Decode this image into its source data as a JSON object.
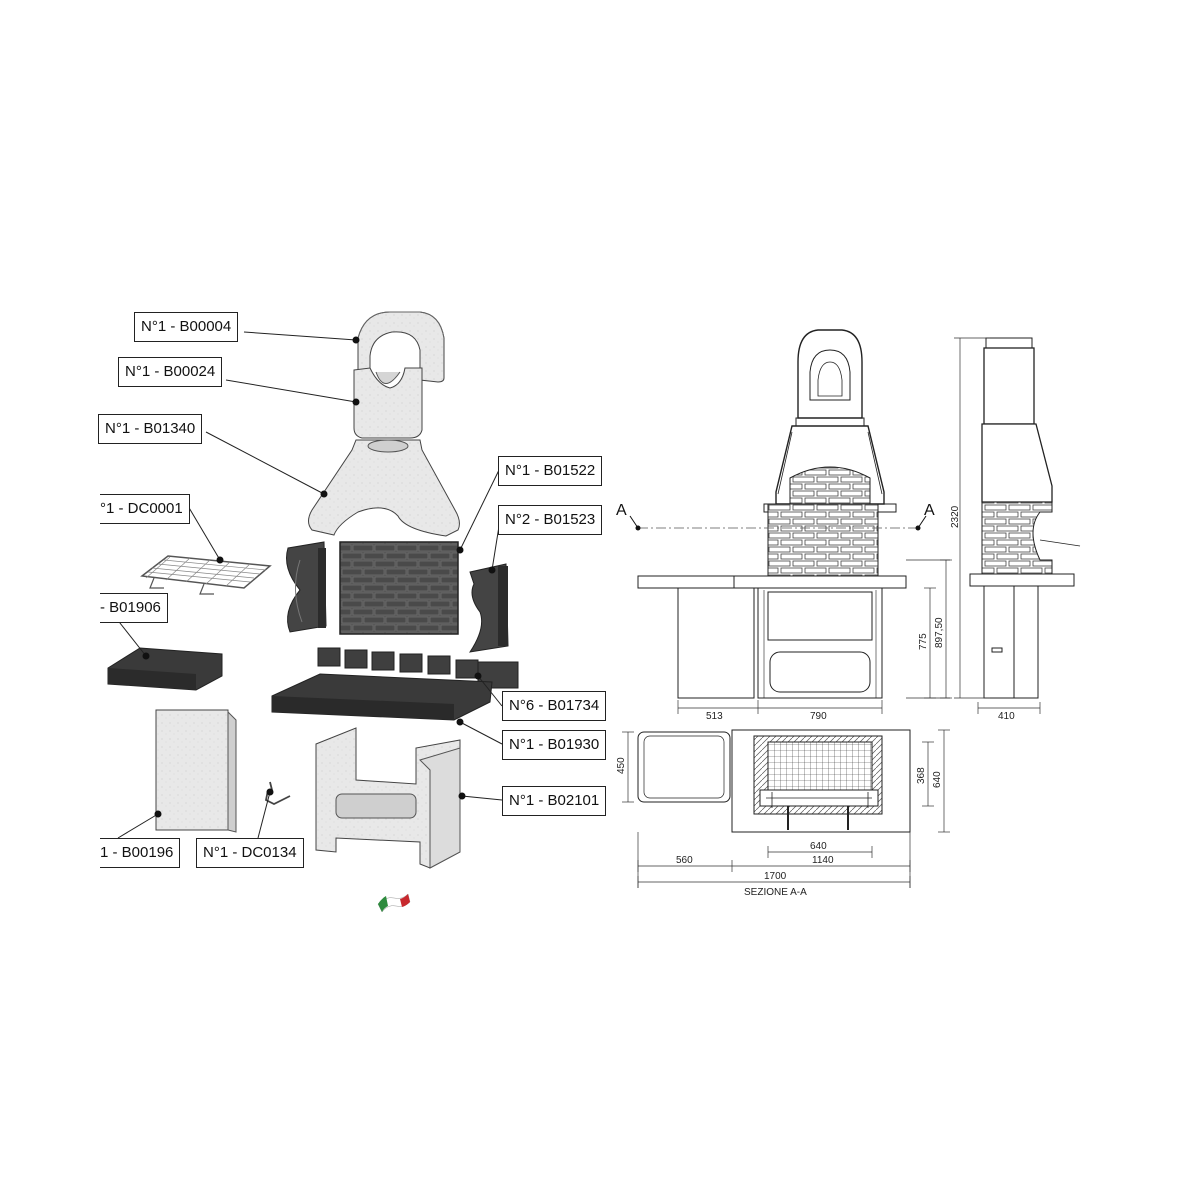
{
  "parts": {
    "b00004": "N°1 - B00004",
    "b00024": "N°1 - B00024",
    "b01340": "N°1 - B01340",
    "dc0001": "°1 - DC0001",
    "b01906": "- B01906",
    "b01522": "N°1 - B01522",
    "b01523": "N°2 - B01523",
    "b01734": "N°6 - B01734",
    "b01930": "N°1 - B01930",
    "b02101": "N°1 - B02101",
    "b00196": "1 - B00196",
    "dc0134": "N°1 - DC0134"
  },
  "drawing": {
    "section_mark_left": "A",
    "section_mark_right": "A",
    "dim_775": "775",
    "dim_897": "897,50",
    "dim_2320": "2320",
    "dim_513": "513",
    "dim_790": "790",
    "dim_410": "410",
    "dim_450": "450",
    "dim_368": "368",
    "dim_640_v": "640",
    "dim_640_h": "640",
    "dim_560": "560",
    "dim_1140": "1140",
    "dim_1700": "1700",
    "section_caption": "SEZIONE A-A"
  },
  "colors": {
    "outline": "#222222",
    "light_block": "#e6e6e6",
    "dark_block": "#3d3d3d",
    "flag_green": "#2e8b3e",
    "flag_red": "#c8282d"
  },
  "icons": [
    "italian-flag-icon"
  ]
}
